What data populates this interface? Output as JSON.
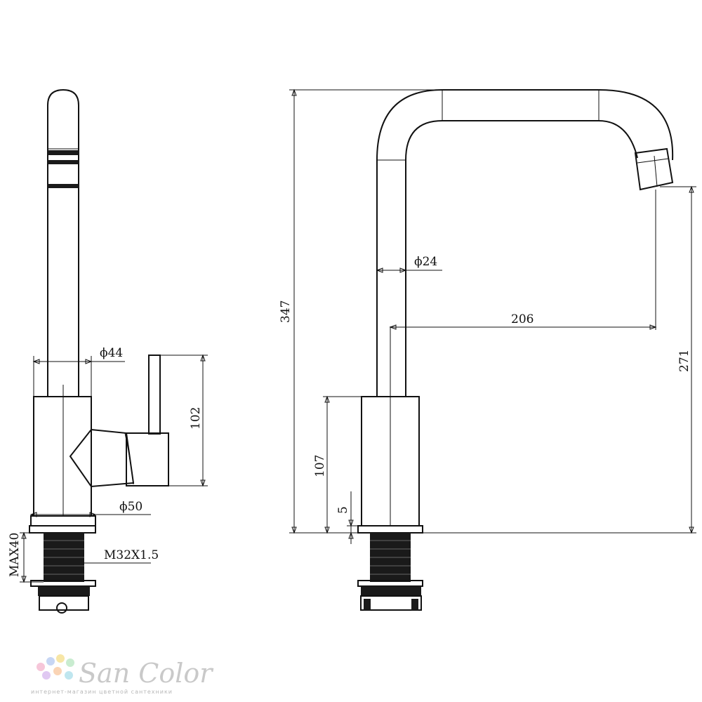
{
  "dimensions": {
    "d44": "ϕ44",
    "d50": "ϕ50",
    "h102": "102",
    "thread": "M32X1.5",
    "max40": "MAX40",
    "h347": "347",
    "d24": "ϕ24",
    "reach206": "206",
    "h271": "271",
    "h107": "107",
    "h5": "5"
  },
  "logo": {
    "name": "San Color",
    "tagline": "интернет-магазин цветной сантехники",
    "dot_colors": [
      "#f6c6d9",
      "#c7d6f4",
      "#f7e6a6",
      "#c9ecd0",
      "#e0c8f2",
      "#fad4b5",
      "#bfe6ef"
    ]
  }
}
